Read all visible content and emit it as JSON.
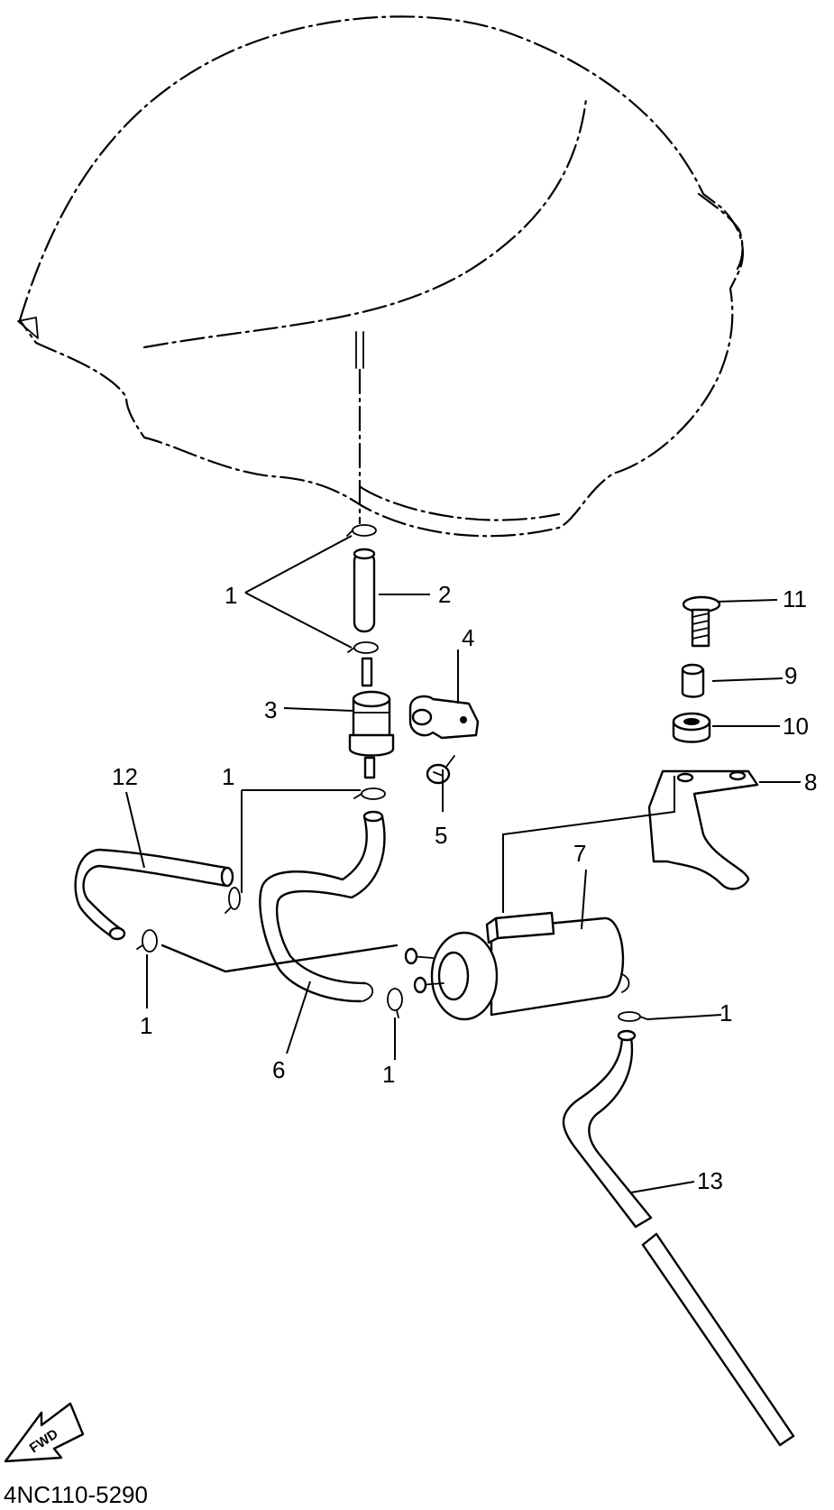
{
  "diagram_code": "4NC110-5290",
  "fwd_label": "FWD",
  "callouts": {
    "c1a": "1",
    "c1b": "1",
    "c1c": "1",
    "c1d": "1",
    "c1e": "1",
    "c2": "2",
    "c3": "3",
    "c4": "4",
    "c5": "5",
    "c6": "6",
    "c7": "7",
    "c8": "8",
    "c9": "9",
    "c10": "10",
    "c11": "11",
    "c12": "12",
    "c13": "13"
  }
}
